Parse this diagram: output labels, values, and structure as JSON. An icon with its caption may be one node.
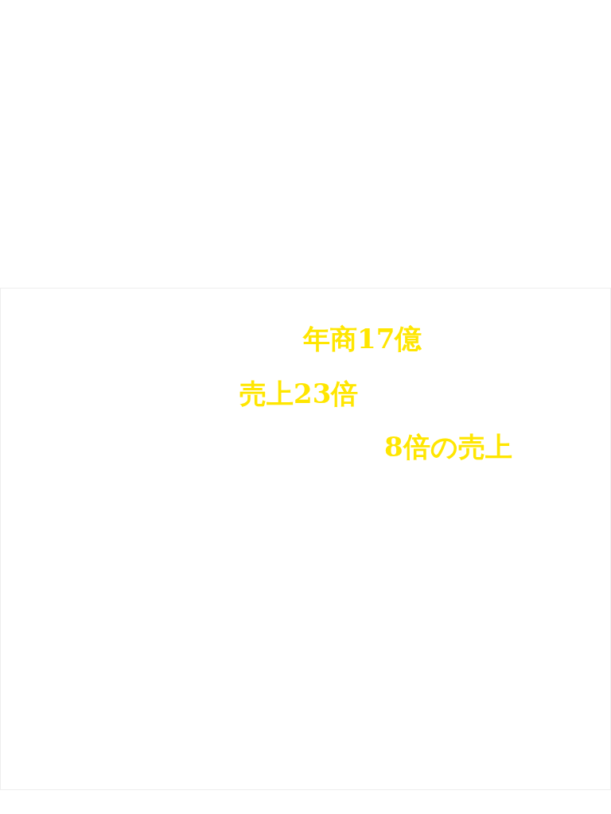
{
  "diagram": {
    "nodes": [
      {
        "text": [
          "年商17億",
          "売上23倍",
          "8倍の売上"
        ]
      }
    ]
  }
}
